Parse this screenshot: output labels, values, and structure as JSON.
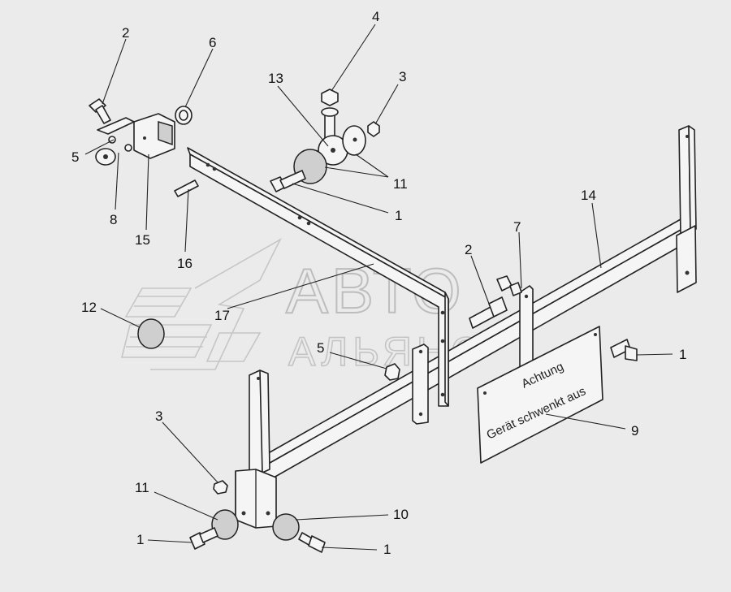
{
  "watermark": {
    "line1": "АВТО",
    "line2": "АЛЬЯНС"
  },
  "plate": {
    "line1": "Achtung",
    "line2": "Gerät schwenkt aus"
  },
  "callouts": [
    {
      "id": "c2a",
      "label": "2"
    },
    {
      "id": "c6",
      "label": "6"
    },
    {
      "id": "c5a",
      "label": "5"
    },
    {
      "id": "c8",
      "label": "8"
    },
    {
      "id": "c15",
      "label": "15"
    },
    {
      "id": "c16",
      "label": "16"
    },
    {
      "id": "c4",
      "label": "4"
    },
    {
      "id": "c13",
      "label": "13"
    },
    {
      "id": "c3a",
      "label": "3"
    },
    {
      "id": "c11a",
      "label": "11"
    },
    {
      "id": "c1a",
      "label": "1"
    },
    {
      "id": "c14",
      "label": "14"
    },
    {
      "id": "c7",
      "label": "7"
    },
    {
      "id": "c2b",
      "label": "2"
    },
    {
      "id": "c12",
      "label": "12"
    },
    {
      "id": "c17",
      "label": "17"
    },
    {
      "id": "c5b",
      "label": "5"
    },
    {
      "id": "c1b",
      "label": "1"
    },
    {
      "id": "c9",
      "label": "9"
    },
    {
      "id": "c3b",
      "label": "3"
    },
    {
      "id": "c11b",
      "label": "11"
    },
    {
      "id": "c10",
      "label": "10"
    },
    {
      "id": "c1c",
      "label": "1"
    },
    {
      "id": "c1d",
      "label": "1"
    }
  ]
}
